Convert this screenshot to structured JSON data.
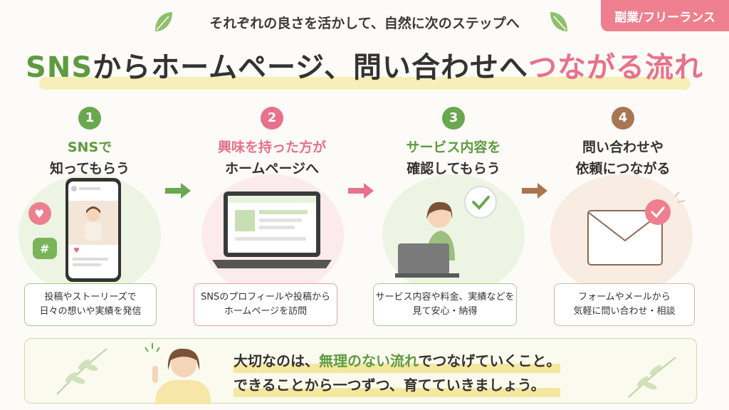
{
  "tag": "副業/フリーランス",
  "subtitle": "それぞれの良さを活かして、自然に次のステップへ",
  "title": {
    "part1": "SNS",
    "part2": "からホームページ、問い合わせへ",
    "part3": "つながる流れ"
  },
  "steps": [
    {
      "num": "1",
      "line1": "SNSで",
      "line2": "知ってもらう",
      "desc1": "投稿やストーリーズで",
      "desc2": "日々の想いや実績を発信",
      "color": "#6aa84f"
    },
    {
      "num": "2",
      "line1": "興味を持った方が",
      "line2": "ホームページへ",
      "desc1": "SNSのプロフィールや投稿から",
      "desc2": "ホームページを訪問",
      "color": "#e8718b"
    },
    {
      "num": "3",
      "line1": "サービス内容を",
      "line2": "確認してもらう",
      "desc1": "サービス内容や料金、実績などを",
      "desc2": "見て安心・納得",
      "color": "#6aa84f"
    },
    {
      "num": "4",
      "line1": "問い合わせや",
      "line2": "依頼につながる",
      "desc1": "フォームやメールから",
      "desc2": "気軽に問い合わせ・相談",
      "color": "#a97552"
    }
  ],
  "message": {
    "pre": "大切なのは、",
    "em": "無理のない流れ",
    "post": "でつなげていくこと。",
    "line2": "できることから一つずつ、育てていきましょう。"
  },
  "colors": {
    "green": "#6aa84f",
    "pink": "#e8718b",
    "brown": "#a97552"
  }
}
